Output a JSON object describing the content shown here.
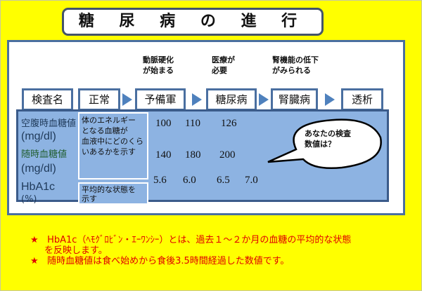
{
  "title": "糖 尿 病 の 進 行",
  "notes": [
    {
      "line1": "動脈硬化",
      "line2": "が始まる"
    },
    {
      "line1": "医療が",
      "line2": "必要"
    },
    {
      "line1": "腎機能の低下",
      "line2": "がみられる"
    }
  ],
  "flow": [
    "検査名",
    "正常",
    "予備軍",
    "糖尿病",
    "腎臓病",
    "透析"
  ],
  "table": {
    "fasting_label": "空腹時血糖値",
    "fasting_unit": "(mg/dl)",
    "random_label": "随時血糖値",
    "random_unit": "(mg/dl)",
    "hba1c_label": "HbA1c",
    "hba1c_unit": "(%)",
    "desc1": [
      "体のエネルギー",
      "となる血糖が",
      "血液中にどのくら",
      "いあるかを示す"
    ],
    "desc2": [
      "平均的な状態を",
      "示す"
    ],
    "fasting_values": [
      "100",
      "110",
      "126"
    ],
    "random_values": [
      "140",
      "180",
      "200"
    ],
    "hba1c_values": [
      "5.6",
      "6.0",
      "6.5",
      "7.0"
    ]
  },
  "bubble": {
    "line1": "あなたの検査",
    "line2": "数値は？"
  },
  "footnotes": {
    "star": "★",
    "line1": "HbA1c（ﾍﾓｸﾞﾛﾋﾞﾝ・ｴｰﾜﾝｼｰ）とは、過去１～２か月の血糖の平均的な状態",
    "line1b": "を反映します。",
    "line2": "随時血糖値は食べ始めから食後3.5時間経過した数値です。"
  },
  "colors": {
    "background": "#ffff00",
    "accent": "#4a6fa0",
    "table": "#8db3e2",
    "footnote": "#e00000"
  }
}
